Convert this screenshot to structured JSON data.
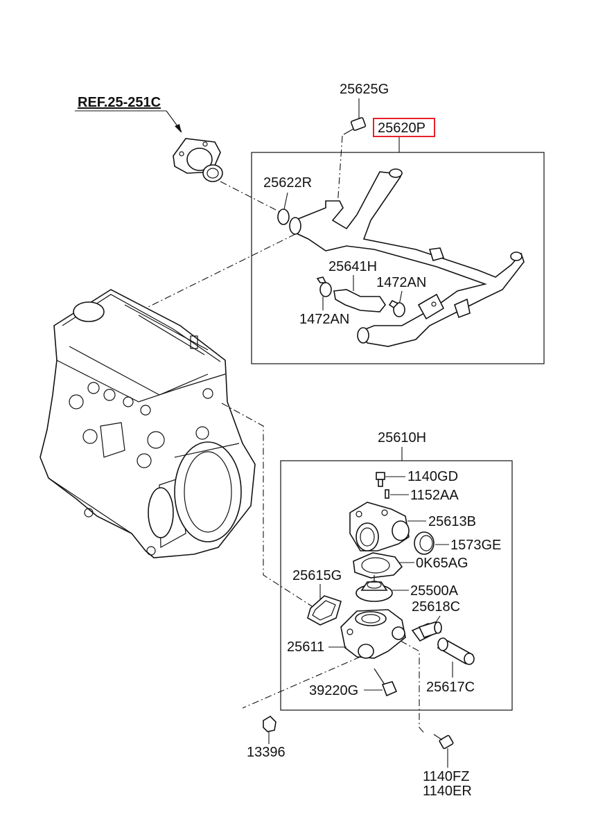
{
  "reference": "REF.25-251C",
  "highlight_color": "#e8202a",
  "parts": {
    "p25625G": "25625G",
    "p25620P": "25620P",
    "p25622R": "25622R",
    "p25641H": "25641H",
    "p1472AN_a": "1472AN",
    "p1472AN_b": "1472AN",
    "p25610H": "25610H",
    "p1140GD": "1140GD",
    "p1152AA": "1152AA",
    "p25613B": "25613B",
    "p1573GE": "1573GE",
    "p0K65AG": "0K65AG",
    "p25615G": "25615G",
    "p25500A": "25500A",
    "p25618C": "25618C",
    "p25611": "25611",
    "p25617C": "25617C",
    "p39220G": "39220G",
    "p13396": "13396",
    "p1140FZ": "1140FZ",
    "p1140ER": "1140ER"
  }
}
